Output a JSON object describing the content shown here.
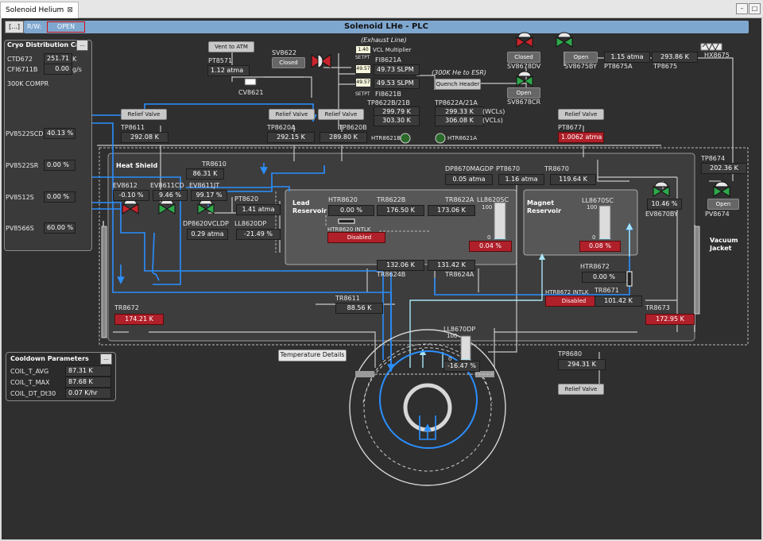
{
  "tab": {
    "title": "Solenoid Helium",
    "close": "⊠"
  },
  "window": {
    "minimize": "–",
    "maximize": "□"
  },
  "header": {
    "title": "Solenoid LHe - PLC",
    "menu": "[...]",
    "rw": "R/W:",
    "open": "OPEN"
  },
  "cryo": {
    "title": "Cryo Distribution Ca",
    "menu": "...",
    "ctd_label": "CTD672",
    "ctd_value": "251.71",
    "ctd_unit": "K",
    "cfi_label": "CFI6711B",
    "cfi_value": "0.00",
    "cfi_unit": "g/s",
    "compr": "300K COMPR",
    "v1_label": "PV8522SCD",
    "v1_value": "40.13 %",
    "v2_label": "PV8522SR",
    "v2_value": "0.00 %",
    "v3_label": "PV8512S",
    "v3_value": "0.00 %",
    "v4_label": "PV8566S",
    "v4_value": "60.00 %"
  },
  "top": {
    "vent": "Vent to ATM",
    "sv8622": "SV8622",
    "sv8622_state": "Closed",
    "pt8571": "PT8571",
    "pt8571_value": "1.12 atma",
    "cv8621": "CV8621",
    "exhaust": "(Exhaust Line)",
    "vcl_mult": "VCL Multiplier",
    "vcl_mult_val": "1.40",
    "setpt": "SETPT",
    "fi8621a": "FI8621A",
    "sp1": "49.57",
    "fi8621a_value": "49.73 SLPM",
    "sp2": "49.57",
    "fi8621b_value": "49.53 SLPM",
    "setpt2": "SETPT",
    "fi8621b": "FI8621B",
    "to_esr": "(300K He to ESR)",
    "quench": "Quench Header",
    "sv8678dv_state": "Closed",
    "sv8678dv": "SV8678DV",
    "sv8678cr_state": "Open",
    "sv8678cr": "SV8678CR",
    "sv8675by_state": "Open",
    "sv8675by": "SV8675BY",
    "pt8675a_value": "1.15 atma",
    "pt8675a": "PT8675A",
    "tp8675_value": "293.86 K",
    "tp8675": "TP8675",
    "hx8675": "HX8675"
  },
  "relief": {
    "label": "Relief Valve"
  },
  "mid": {
    "tp8611": "TP8611",
    "tp8611_value": "292.08 K",
    "tp8620a": "TP8620A",
    "tp8620a_value": "292.15 K",
    "tp8620b": "TP8620B",
    "tp8620b_value": "289.80 K",
    "tp8622b21b": "TP8622B/21B",
    "v_22b": "299.79 K",
    "v_21b": "303.30 K",
    "tp8622a21a": "TP8622A/21A",
    "v_22a": "299.33 K",
    "v_21a": "306.08 K",
    "wcls1": "(WCLs)",
    "wcls2": "(VCLs)",
    "htr8621b": "HTR8621B",
    "htr8621a": "HTR8621A",
    "pt8677": "PT8677",
    "pt8677_value": "1.0062 atma",
    "tp8674": "TP8674",
    "tp8674_value": "202.36 K"
  },
  "shield": {
    "title": "Heat Shield",
    "tr8610": "TR8610",
    "tr8610_value": "86.31 K",
    "ev8612": "EV8612",
    "ev8612_value": "-0.10 %",
    "ev8611cd": "EV8611CD",
    "ev8611cd_value": "9.46 %",
    "ev8611jt": "EV8611JT",
    "ev8611jt_value": "99.17 %",
    "dp8620vcldp": "DP8620VCLDP",
    "dp8620vcldp_value": "0.29 atma",
    "pt8620": "PT8620",
    "pt8620_value": "1.41 atma",
    "ll8620dp": "LL8620DP",
    "ll8620dp_value": "-21.49 %",
    "tr8672": "TR8672",
    "tr8672_value": "174.21 K",
    "tr8611": "TR8611",
    "tr8611_value": "88.56 K",
    "tr8673": "TR8673",
    "tr8673_value": "172.95 K",
    "vacuum": "Vacuum Jacket"
  },
  "lead": {
    "title": "Lead Reservoir",
    "htr8620": "HTR8620",
    "htr8620_value": "0.00 %",
    "tr8622b": "TR8622B",
    "tr8622b_value": "176.50 K",
    "tr8622a": "TR8622A",
    "tr8622a_value": "173.06 K",
    "intlk": "HTR8620 INTLK",
    "disabled": "Disabled",
    "ll8620sc": "LL8620SC",
    "scale_top": "100",
    "scale_bot": "0",
    "ll8620sc_value": "0.04 %",
    "tr8624b_value": "132.06 K",
    "tr8624b": "TR8624B",
    "tr8624a_value": "131.42 K",
    "tr8624a": "TR8624A"
  },
  "magnet": {
    "title": "Magnet Reservoir",
    "dp8670magdp": "DP8670MAGDP",
    "dp8670magdp_value": "0.05 atma",
    "pt8670": "PT8670",
    "pt8670_value": "1.16 atma",
    "tr8670": "TR8670",
    "tr8670_value": "119.64 K",
    "ll8670sc": "LL8670SC",
    "ll8670sc_value": "0.08 %",
    "ev8670by": "EV8670BY",
    "ev8670by_value": "10.46 %",
    "pv8674": "PV8674",
    "pv8674_state": "Open",
    "htr8672": "HTR8672",
    "htr8672_value": "0.00 %",
    "intlk": "HTR8672 INTLK",
    "disabled": "Disabled",
    "tr8671": "TR8671",
    "tr8671_value": "101.42 K"
  },
  "bottom": {
    "ll8670dp": "LL8670DP",
    "ll8670dp_value": "-16.47 %",
    "scale_top": "100",
    "scale_bot": "0",
    "temp_details": "Temperature Details",
    "tp8680": "TP8680",
    "tp8680_value": "294.31 K"
  },
  "cooldown": {
    "title": "Cooldown Parameters",
    "menu": "...",
    "r1_label": "COIL_T_AVG",
    "r1_value": "87.31 K",
    "r2_label": "COIL_T_MAX",
    "r2_value": "87.68 K",
    "r3_label": "COIL_DT_Dt30",
    "r3_value": "0.07 K/hr"
  },
  "levels": {
    "ll8620sc": 0.04,
    "ll8670sc": 0.08,
    "ll8670dp": 0
  },
  "colors": {
    "background": "#2f2f2f",
    "header": "#7ea7cf",
    "alarm": "#b0202a",
    "flow": "#2a8fff",
    "cold": "#a8e4f5",
    "valve_open": "#2fa84a",
    "valve_closed": "#c9242c"
  }
}
